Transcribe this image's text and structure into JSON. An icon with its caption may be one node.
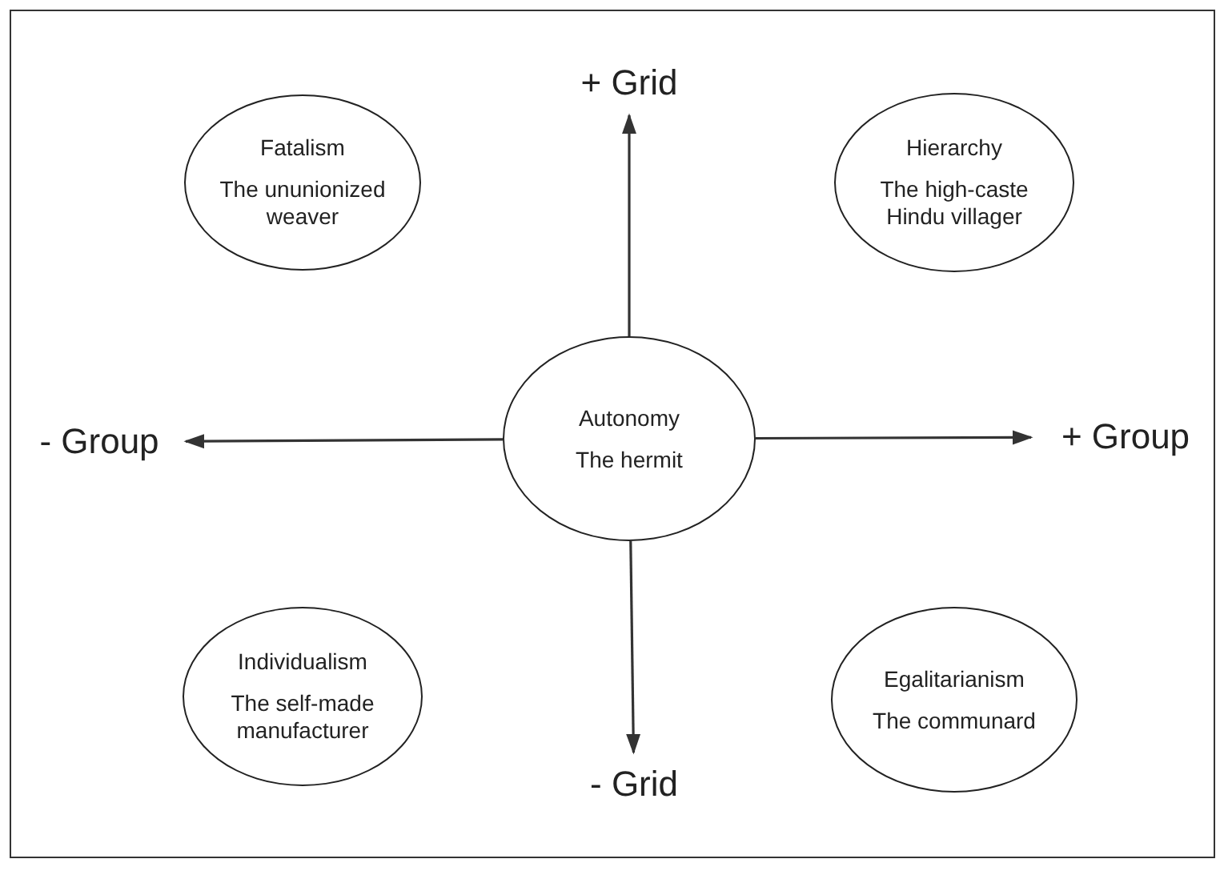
{
  "diagram": {
    "nodes": [
      {
        "text": [
          "Fatalism",
          "The ununionized weaver"
        ]
      },
      {
        "text": [
          "+ Grid"
        ]
      },
      {
        "text": [
          "Hierarchy",
          "The high-caste Hindu villager"
        ]
      },
      {
        "text": [
          "- Group"
        ]
      },
      {
        "text": [
          "Autonomy",
          "The hermit"
        ]
      },
      {
        "text": [
          "+ Group"
        ]
      },
      {
        "text": [
          "Individualism",
          "The self-made manufacturer"
        ]
      },
      {
        "text": [
          "- Grid"
        ]
      },
      {
        "text": [
          "Egalitarianism",
          "The communard"
        ]
      }
    ],
    "edges": [
      {
        "from": 4,
        "to": 1,
        "arrow": "to"
      },
      {
        "from": 4,
        "to": 3,
        "arrow": "to"
      },
      {
        "from": 4,
        "to": 5,
        "arrow": "to"
      },
      {
        "from": 4,
        "to": 7,
        "arrow": "to"
      }
    ]
  }
}
